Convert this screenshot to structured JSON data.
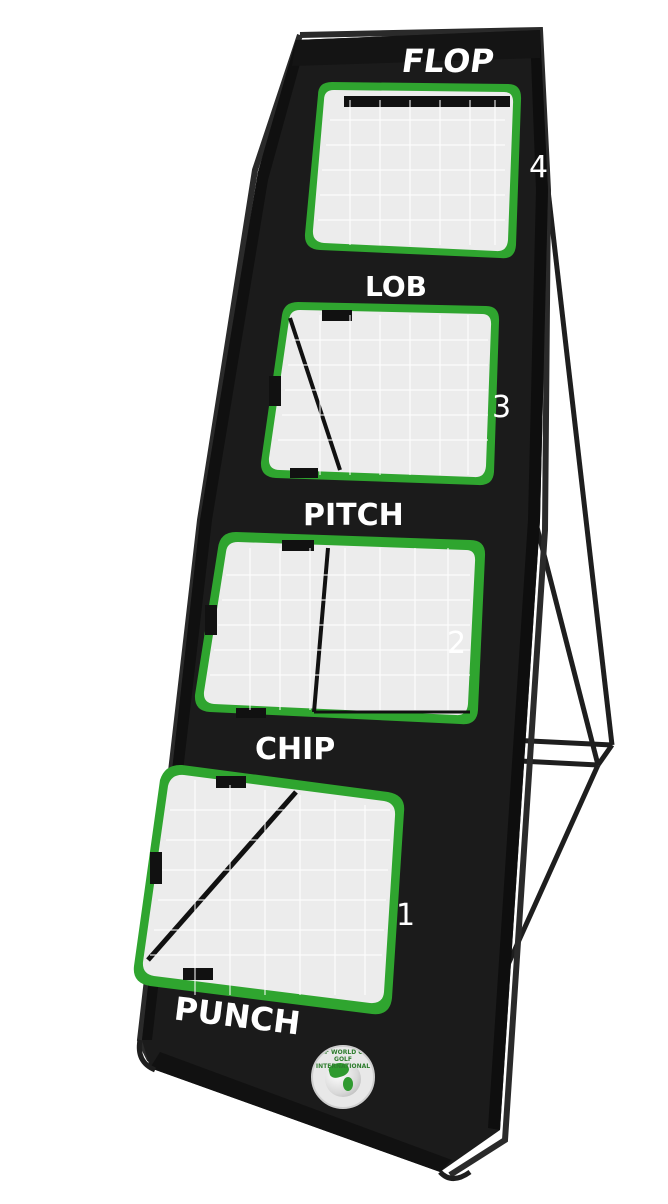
{
  "product": {
    "type": "golf chipping target net",
    "colors": {
      "panel": "#1c1c1c",
      "pocket_trim": "#2fa52f",
      "net": "#f2f2f2",
      "frame": "#222222",
      "background": "#ffffff",
      "label_text": "#ffffff"
    }
  },
  "targets": [
    {
      "label": "FLOP",
      "number": "4"
    },
    {
      "label": "LOB",
      "number": "3"
    },
    {
      "label": "PITCH",
      "number": "2"
    },
    {
      "label": "CHIP",
      "number": "1"
    }
  ],
  "bottom_label": "PUNCH",
  "logo": {
    "text": "JEF WORLD OF GOLF INTERNATIONAL"
  }
}
